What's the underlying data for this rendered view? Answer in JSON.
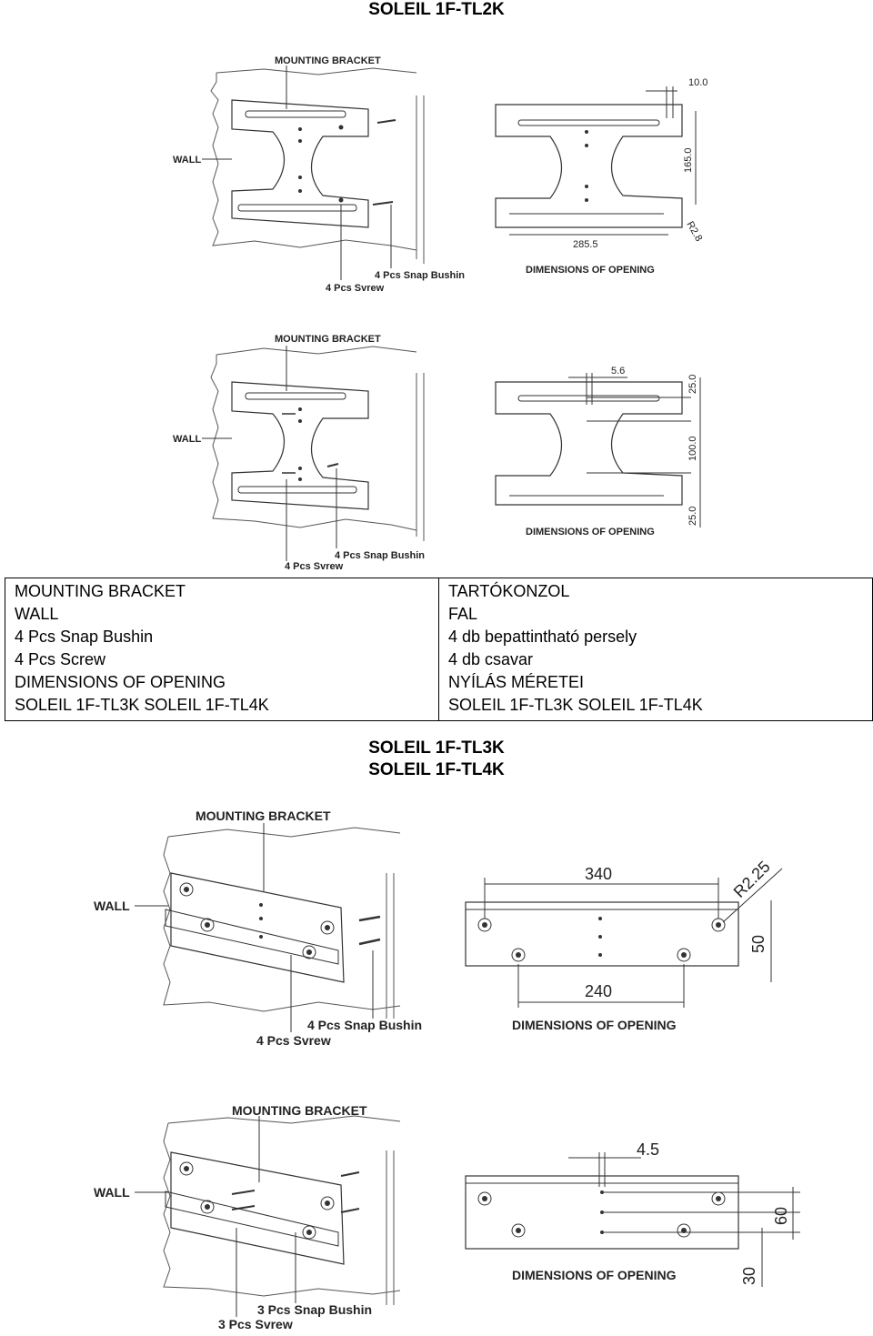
{
  "title_top": "SOLEIL 1F-TL2K",
  "title_mid_1": "SOLEIL 1F-TL3K",
  "title_mid_2": "SOLEIL 1F-TL4K",
  "figures": {
    "f1": {
      "mounting_bracket": "MOUNTING BRACKET",
      "wall": "WALL",
      "snap": "4 Pcs Snap Bushin",
      "screw": "4 Pcs Svrew",
      "opening": "DIMENSIONS OF OPENING",
      "d_top": "10.0",
      "d_side": "165.0",
      "d_bottom": "285.5",
      "d_radius": "R2.8"
    },
    "f2": {
      "mounting_bracket": "MOUNTING BRACKET",
      "wall": "WALL",
      "snap": "4 Pcs Snap Bushin",
      "screw": "4 Pcs Svrew",
      "opening": "DIMENSIONS OF OPENING",
      "d_top": "5.6",
      "d_side_1": "25.0",
      "d_side_2": "100.0",
      "d_side_3": "25.0"
    },
    "f3": {
      "mounting_bracket": "MOUNTING BRACKET",
      "wall": "WALL",
      "snap": "4 Pcs Snap Bushin",
      "screw": "4 Pcs Svrew",
      "opening": "DIMENSIONS OF OPENING",
      "d_top": "340",
      "d_radius": "R2.25",
      "d_side": "50",
      "d_bottom": "240"
    },
    "f4": {
      "mounting_bracket": "MOUNTING BRACKET",
      "wall": "WALL",
      "snap": "3 Pcs Snap Bushin",
      "screw": "3 Pcs Svrew",
      "opening": "DIMENSIONS OF OPENING",
      "d_top": "4.5",
      "d_side_1": "60",
      "d_side_2": "30"
    }
  },
  "legend": {
    "left": [
      "MOUNTING BRACKET",
      "WALL",
      "4 Pcs Snap Bushin",
      "4 Pcs Screw",
      "DIMENSIONS OF OPENING",
      "SOLEIL 1F-TL3K SOLEIL 1F-TL4K"
    ],
    "right": [
      "TARTÓKONZOL",
      "FAL",
      "4 db bepattintható persely",
      "4 db csavar",
      "NYÍLÁS MÉRETEI",
      "SOLEIL 1F-TL3K SOLEIL 1F-TL4K"
    ]
  }
}
